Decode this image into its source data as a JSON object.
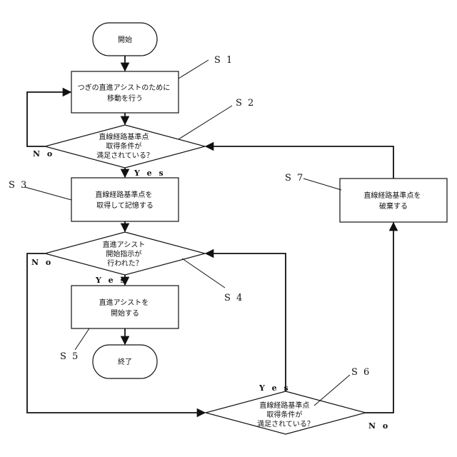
{
  "nodes": {
    "start": [
      "開始"
    ],
    "s1": [
      "つぎの直進アシストのために",
      "移動を行う"
    ],
    "s2": [
      "直線経路基準点",
      "取得条件が",
      "満足されている？"
    ],
    "s3": [
      "直線経路基準点を",
      "取得して記憶する"
    ],
    "s4": [
      "直進アシスト",
      "開始指示が",
      "行われた？"
    ],
    "s5": [
      "直進アシストを",
      "開始する"
    ],
    "end": [
      "終了"
    ],
    "s6": [
      "直線経路基準点",
      "取得条件が",
      "満足されている？"
    ],
    "s7": [
      "直線経路基準点を",
      "破棄する"
    ]
  },
  "refs": {
    "s1": "S 1",
    "s2": "S 2",
    "s3": "S 3",
    "s4": "S 4",
    "s5": "S 5",
    "s6": "S 6",
    "s7": "S 7"
  },
  "branches": {
    "s2_yes": "Y e s",
    "s2_no": "N o",
    "s4_yes": "Y e s",
    "s4_no": "N o",
    "s6_yes": "Y e s",
    "s6_no": "N o"
  }
}
